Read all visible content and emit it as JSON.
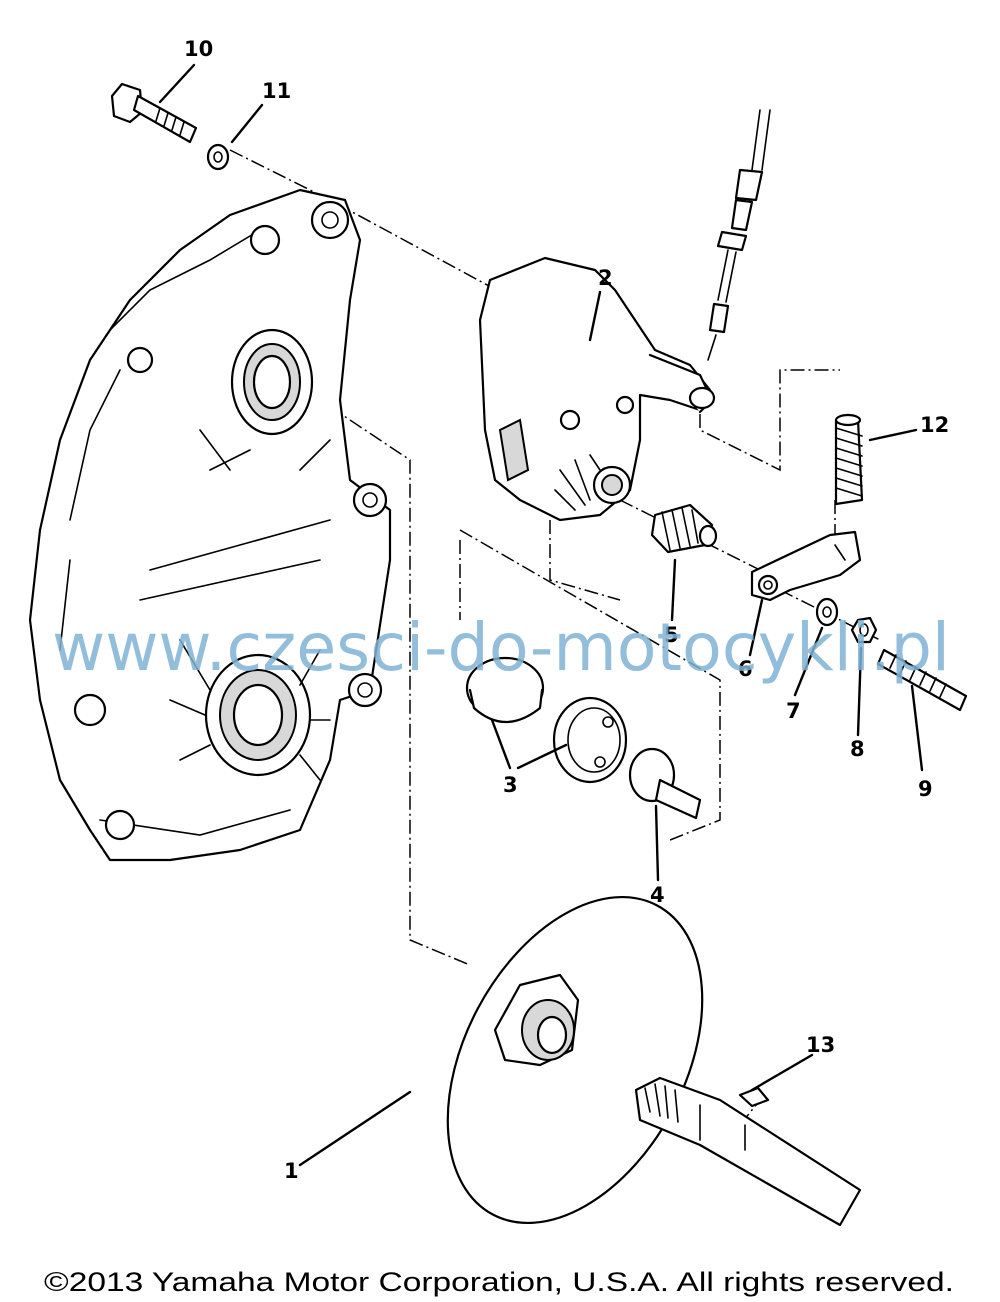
{
  "callouts": {
    "c1": "1",
    "c2": "2",
    "c3": "3",
    "c4": "4",
    "c5": "5",
    "c6": "6",
    "c7": "7",
    "c8": "8",
    "c9": "9",
    "c10": "10",
    "c11": "11",
    "c12": "12",
    "c13": "13"
  },
  "watermark": "www.czesci-do-motocykli.pl",
  "copyright": "©2013 Yamaha Motor Corporation, U.S.A. All rights reserved.",
  "colors": {
    "line": "#000000",
    "watermark": "#7fb3d5",
    "background": "#ffffff"
  }
}
